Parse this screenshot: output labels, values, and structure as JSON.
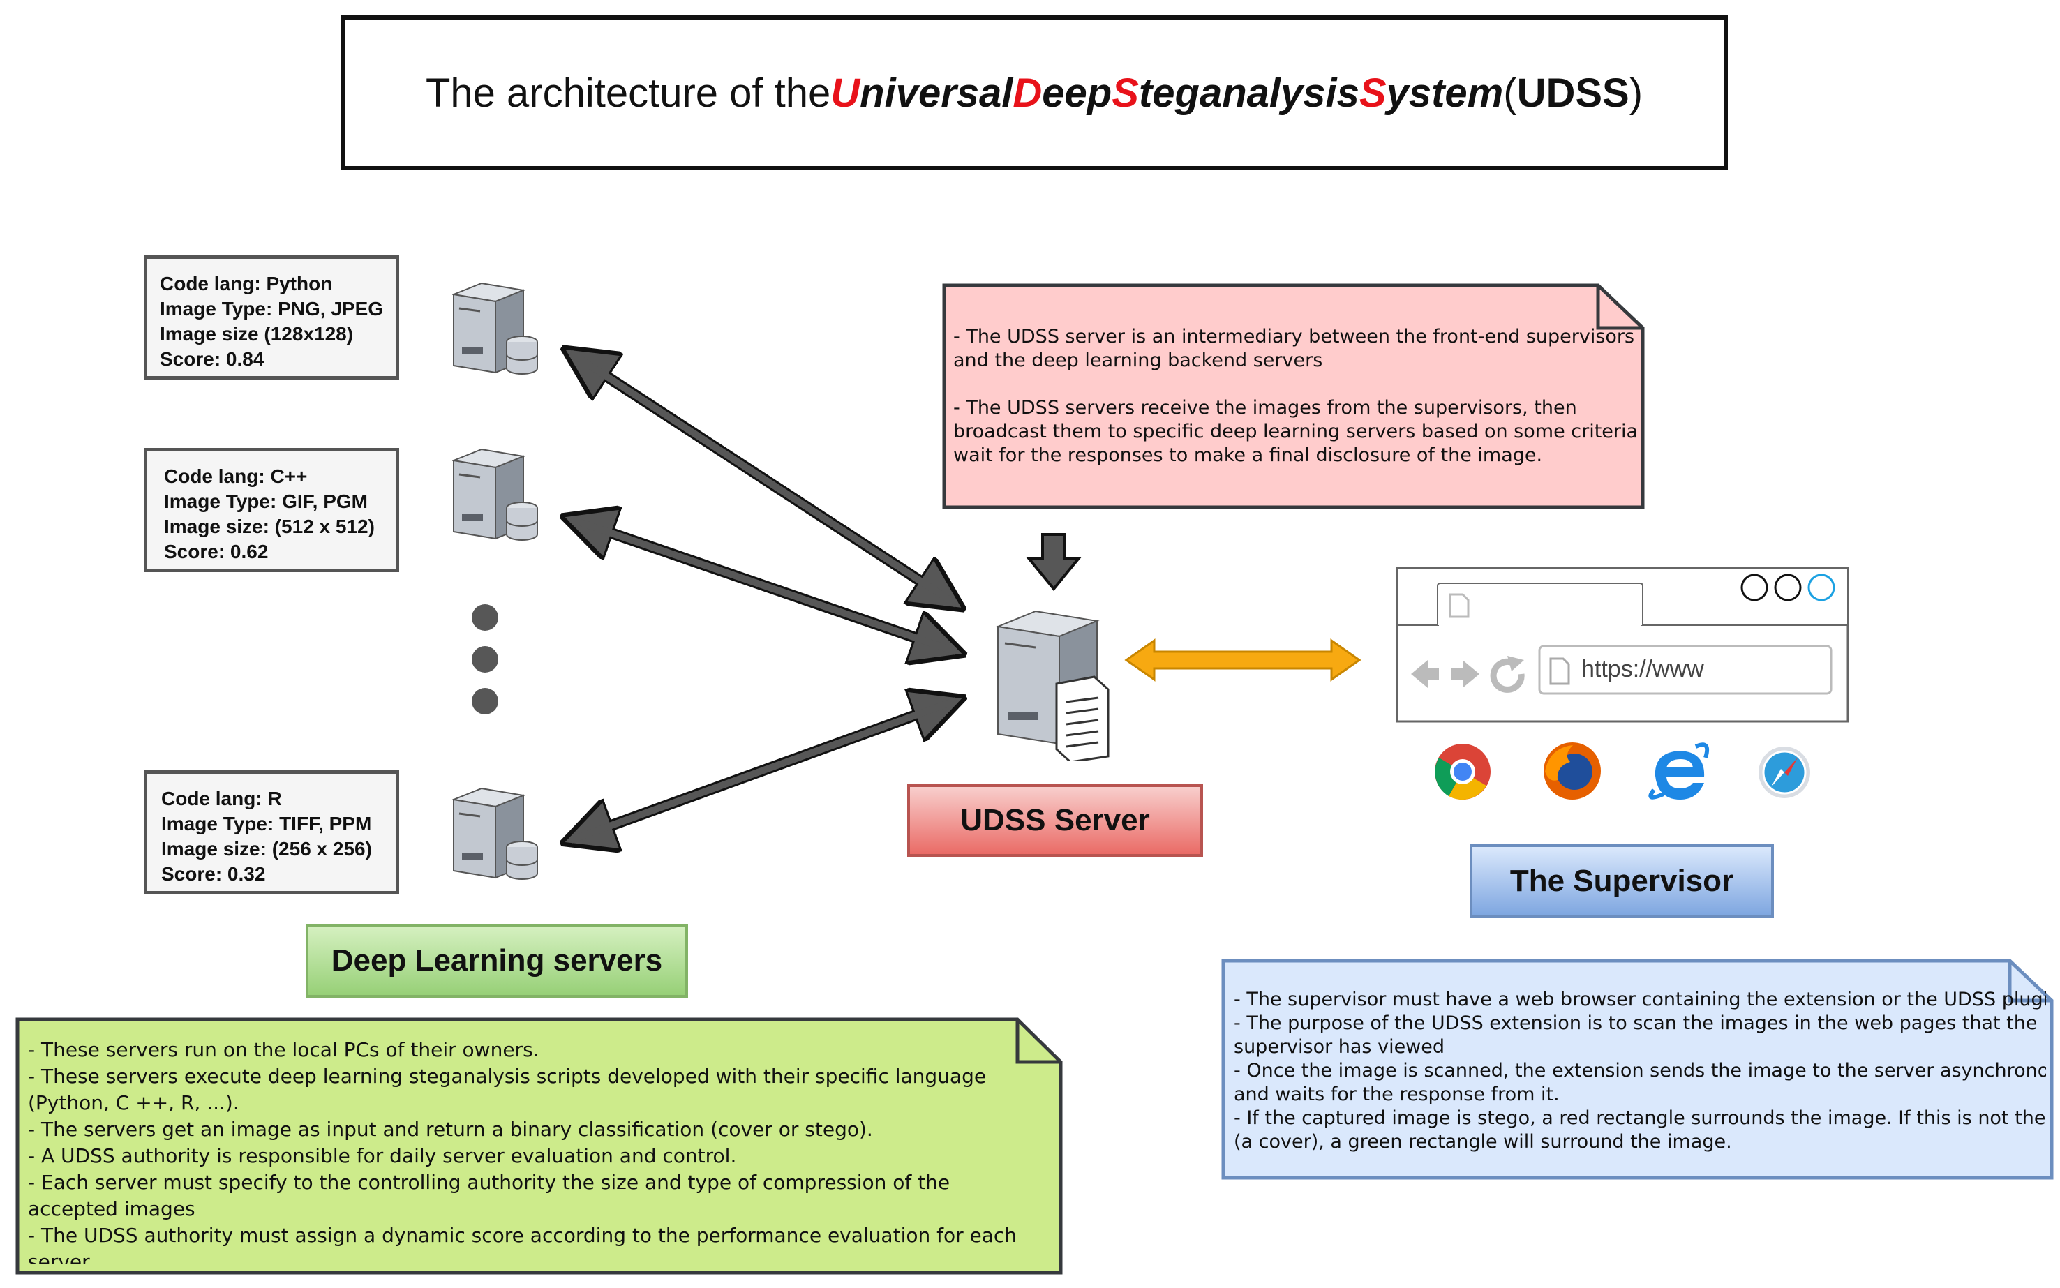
{
  "title": {
    "prefix": "The architecture of the ",
    "u": "U",
    "niversal": "niversal ",
    "d": "D",
    "eep": "eep ",
    "s1": "S",
    "teganalysis": "teganalysis ",
    "s2": "S",
    "ystem": "ystem",
    "paren_open": " (",
    "acronym": "UDSS",
    "paren_close": ")"
  },
  "servers": [
    {
      "lines": [
        "Code lang: Python",
        "Image Type: PNG, JPEG",
        "Image size (128x128)",
        "Score: 0.84"
      ]
    },
    {
      "lines": [
        "Code lang: C++",
        "Image Type: GIF, PGM",
        "Image size: (512 x 512)",
        "Score: 0.62"
      ]
    },
    {
      "lines": [
        "Code lang: R",
        "Image Type: TIFF, PPM",
        "Image size: (256 x 256)",
        "Score: 0.32"
      ]
    }
  ],
  "labels": {
    "deep_learning_servers": "Deep Learning servers",
    "udss_server": "UDSS Server",
    "supervisor": "The Supervisor"
  },
  "server_note": {
    "lines": [
      "- The UDSS server is an intermediary between the front-end supervisors",
      "and the deep learning backend servers",
      "",
      "- The UDSS servers receive the images from the supervisors, then",
      "broadcast them to specific deep learning servers based on some criteria and",
      "wait for the responses to make a final disclosure of the image."
    ]
  },
  "dl_note": {
    "lines": [
      "- These servers run on the local PCs of their owners.",
      "- These servers execute deep learning steganalysis scripts developed with their specific language",
      "(Python, C ++, R, ...).",
      "- The servers get an image as input and return a binary classification (cover or stego).",
      "- A UDSS authority is responsible for daily server evaluation and control.",
      "- Each server must specify to the controlling authority the size and type of  compression of the",
      "accepted images",
      "- The UDSS authority must assign a dynamic score according to the performance evaluation for each",
      "server."
    ]
  },
  "sup_note": {
    "lines": [
      "- The supervisor must have a web browser containing the extension or the UDSS plugin.",
      "- The purpose of the UDSS extension is to scan the images in the web pages that the",
      "supervisor has viewed",
      "- Once the image is scanned, the extension sends the image to the server asynchronously",
      "and waits for the response from it.",
      "- If the captured image is stego, a red rectangle surrounds the image. If this is not the case",
      "(a cover), a green rectangle will surround the image."
    ]
  },
  "browser": {
    "url": "https://www"
  },
  "icons": {
    "server": "server-database-icon",
    "udss_server": "server-document-icon",
    "browsers": [
      "chrome-icon",
      "firefox-icon",
      "internet-explorer-icon",
      "safari-icon"
    ]
  },
  "colors": {
    "title_accent": "#e8121a",
    "server_note_fill": "#ffcccc",
    "dl_note_fill": "#cdeb8b",
    "sup_note_fill": "#dae8fc",
    "arrow_dark": "#575757",
    "arrow_orange": "#f7a911"
  }
}
